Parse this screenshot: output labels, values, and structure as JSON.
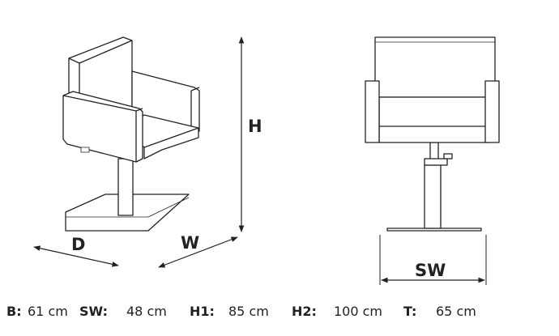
{
  "labels": {
    "depth": "D",
    "width": "W",
    "height": "H",
    "seat_width": "SW"
  },
  "specs": [
    {
      "key": "B:",
      "value": "61 cm"
    },
    {
      "key": "SW:",
      "value": "48 cm"
    },
    {
      "key": "H1:",
      "value": "85 cm"
    },
    {
      "key": "H2:",
      "value": "100 cm"
    },
    {
      "key": "T:",
      "value": "65 cm"
    }
  ]
}
